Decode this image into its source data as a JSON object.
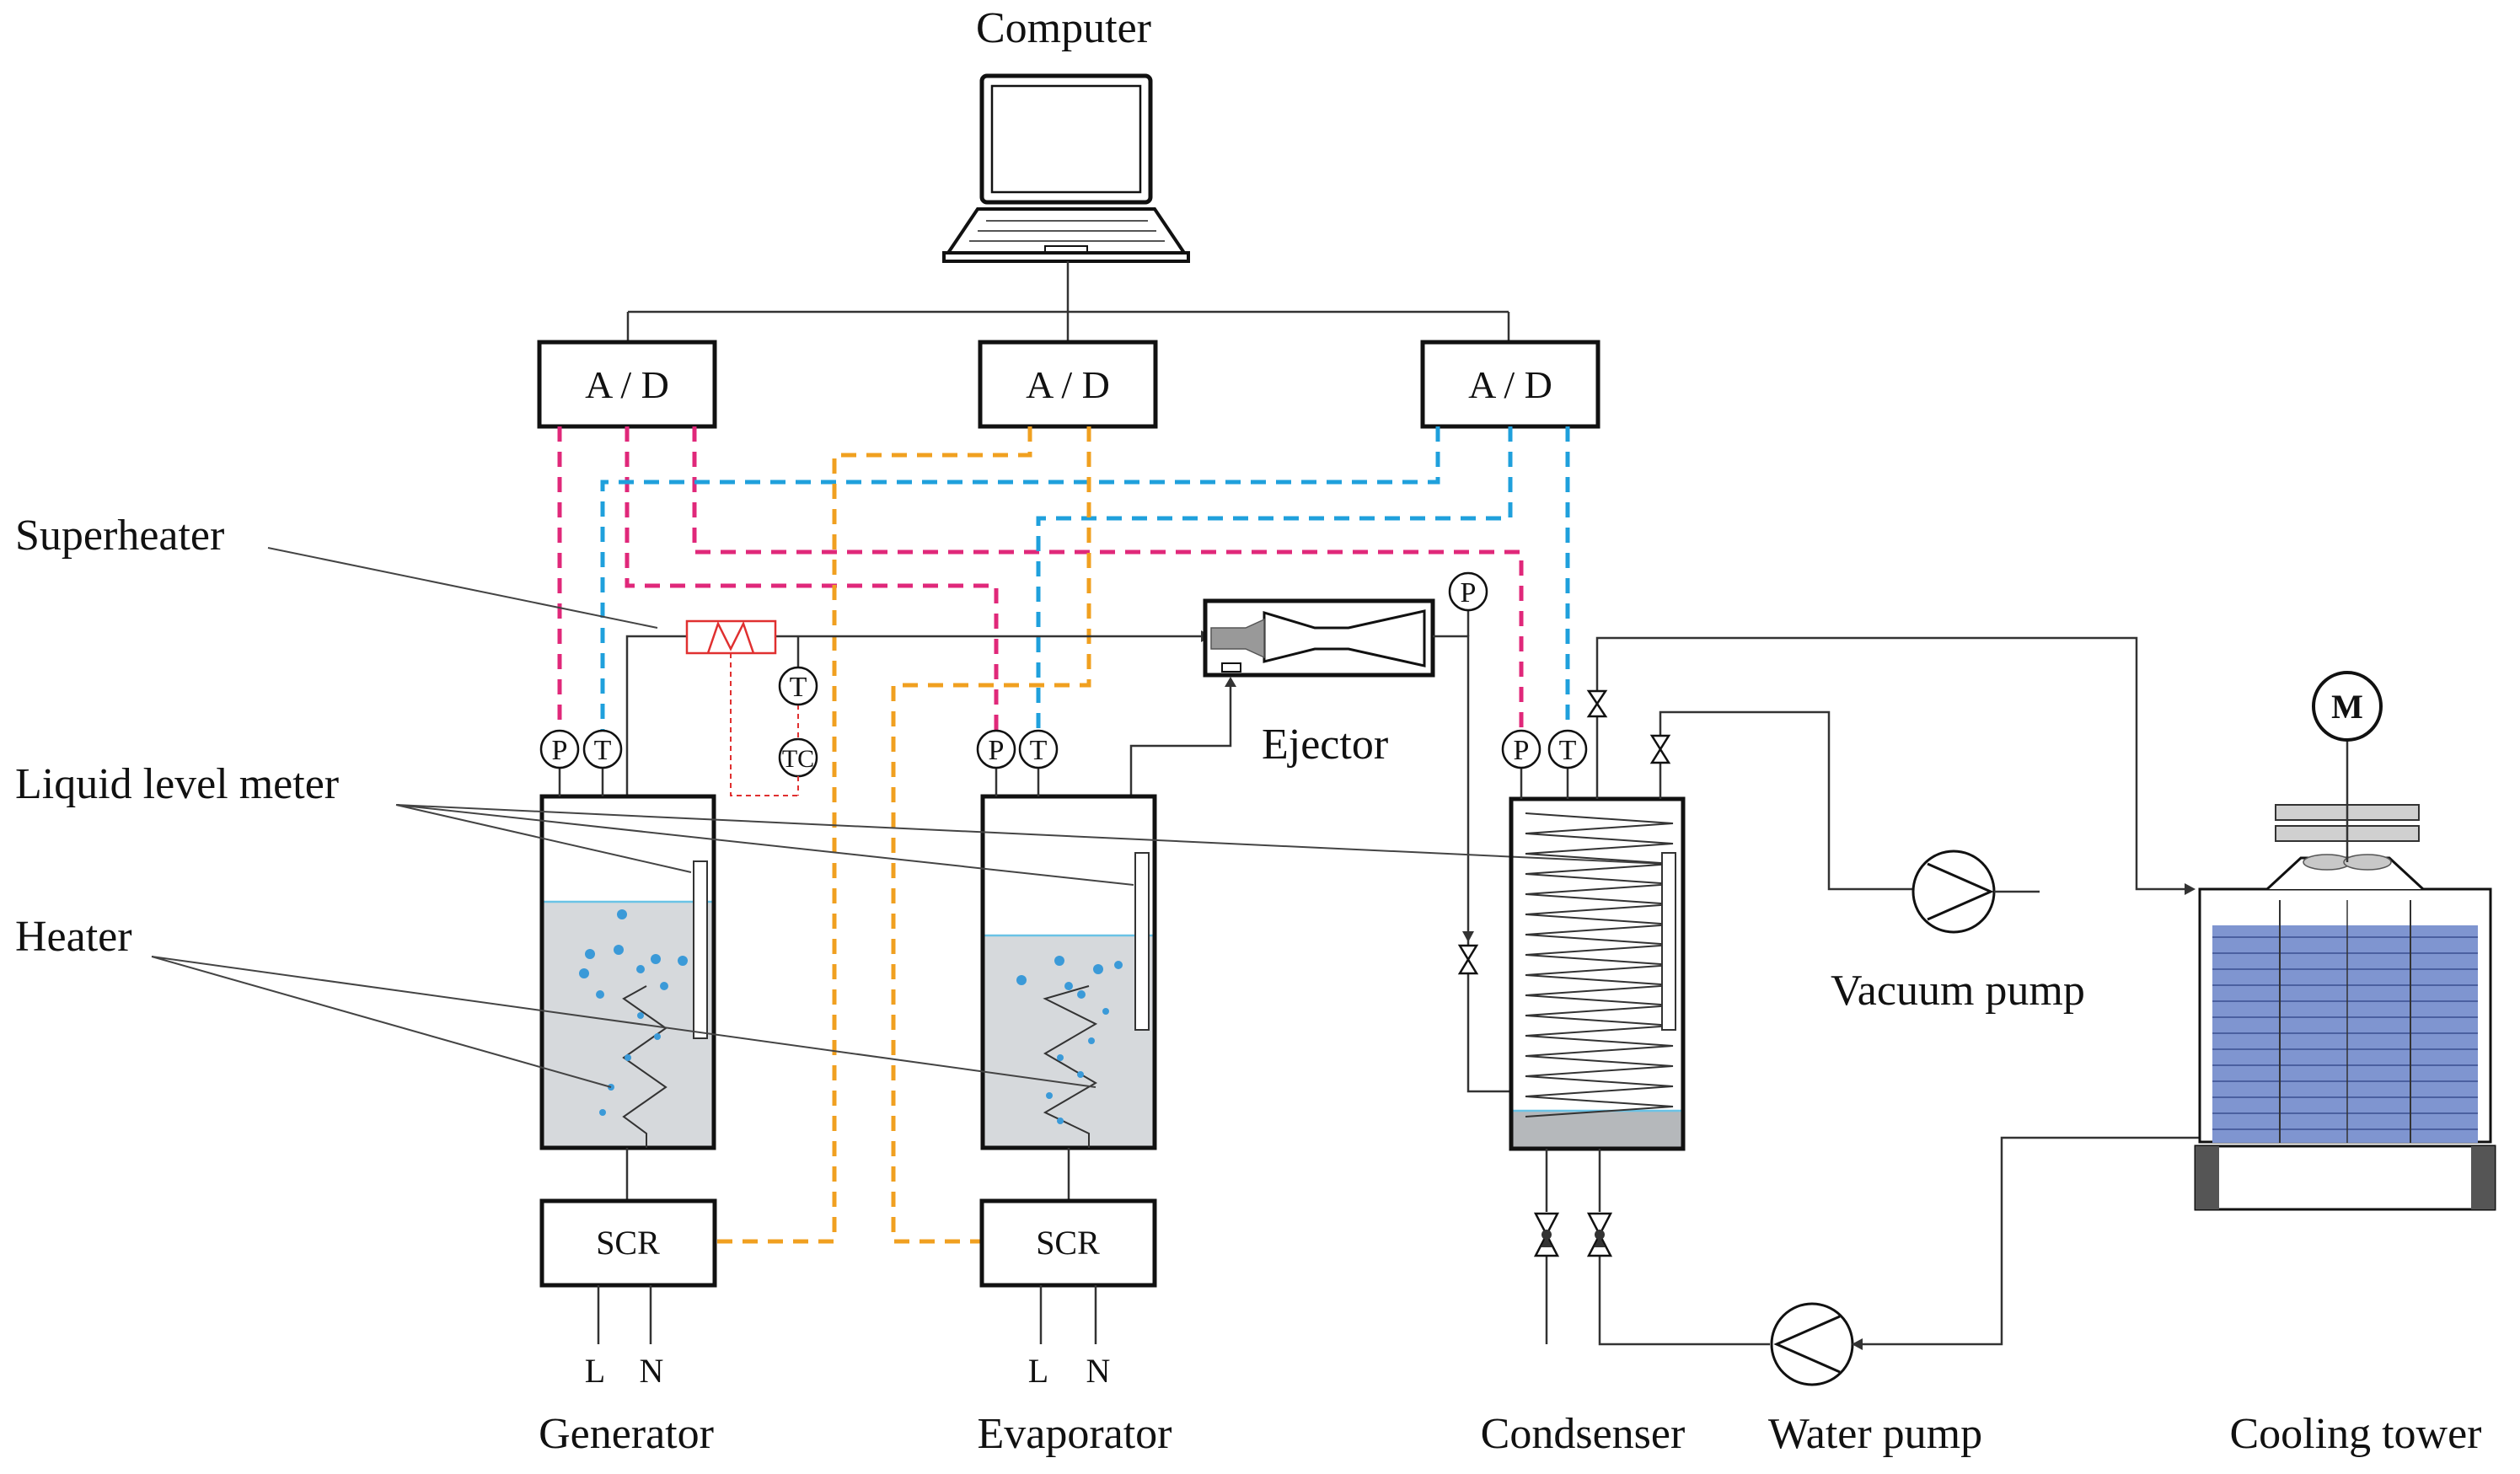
{
  "labels": {
    "computer": "Computer",
    "ad_left": "A / D",
    "ad_middle": "A / D",
    "ad_right": "A / D",
    "superheater": "Superheater",
    "liquid_level_meter": "Liquid level meter",
    "heater": "Heater",
    "ejector": "Ejector",
    "vacuum_pump": "Vacuum pump",
    "motor": "M",
    "generator": "Generator",
    "evaporator": "Evaporator",
    "condenser": "Condsenser",
    "water_pump": "Water pump",
    "cooling_tower": "Cooling tower",
    "scr_left": "SCR",
    "scr_right": "SCR",
    "live_left": "L",
    "neutral_left": "N",
    "live_right": "L",
    "neutral_right": "N",
    "sensor_p": "P",
    "sensor_t": "T",
    "sensor_tc": "TC"
  },
  "colors": {
    "pressure_signal": "#e0287a",
    "temperature_signal": "#1fa0dc",
    "control_signal": "#f0a020",
    "liquid": "#d6d9dc",
    "bubble": "#3b9ad8",
    "tower_fill": "#7f95d0"
  }
}
